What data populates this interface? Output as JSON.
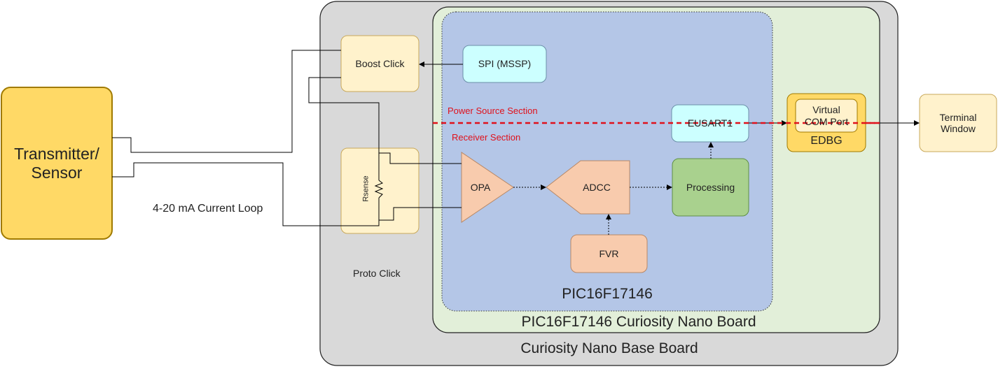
{
  "blocks": {
    "sensor": "Transmitter/\nSensor",
    "loop_label": "4-20 mA Current Loop",
    "base_board": "Curiosity Nano Base Board",
    "nano_board": "PIC16F17146 Curiosity Nano Board",
    "mcu": "PIC16F17146",
    "boost_click": "Boost Click",
    "proto_click": "Proto Click",
    "rsense": "Rsense",
    "spi": "SPI (MSSP)",
    "eusart": "EUSART1",
    "opa": "OPA",
    "adcc": "ADCC",
    "processing": "Processing",
    "fvr": "FVR",
    "vcom": "Virtual\nCOM Port",
    "edbg": "EDBG",
    "terminal": "Terminal\nWindow"
  },
  "sections": {
    "power": "Power Source Section",
    "receiver": "Receiver Section"
  },
  "colors": {
    "base_board": "#d9d9d9",
    "nano_board": "#e2efd9",
    "mcu": "#b4c6e7",
    "sensor": "#ffd966",
    "click": "#fff2cc",
    "peripheral_cyan": "#ccffff",
    "analog": "#f8cbad",
    "processing": "#a9d18e",
    "edbg": "#ffd966",
    "section_divider": "#e0111b"
  }
}
